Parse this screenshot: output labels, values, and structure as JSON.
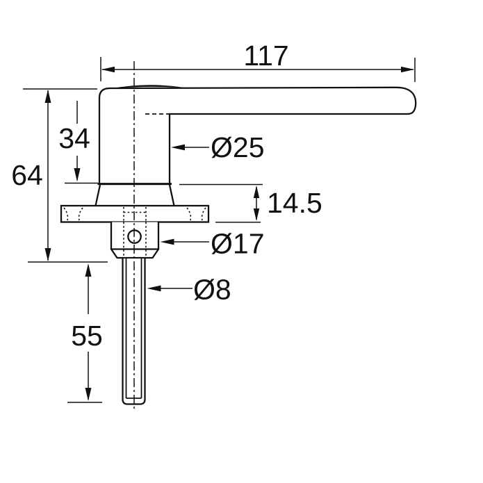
{
  "drawing": {
    "type": "technical-dimension-drawing",
    "colors": {
      "line": "#111111",
      "background": "#ffffff"
    },
    "dimensions": {
      "lever_length": {
        "label": "117"
      },
      "neck_height": {
        "label": "34"
      },
      "overall_height": {
        "label": "64"
      },
      "neck_diameter": {
        "label": "Ø25"
      },
      "boss_height": {
        "label": "14.5"
      },
      "boss_diameter": {
        "label": "Ø17"
      },
      "spindle_diameter": {
        "label": "Ø8"
      },
      "spindle_length": {
        "label": "55"
      }
    }
  }
}
